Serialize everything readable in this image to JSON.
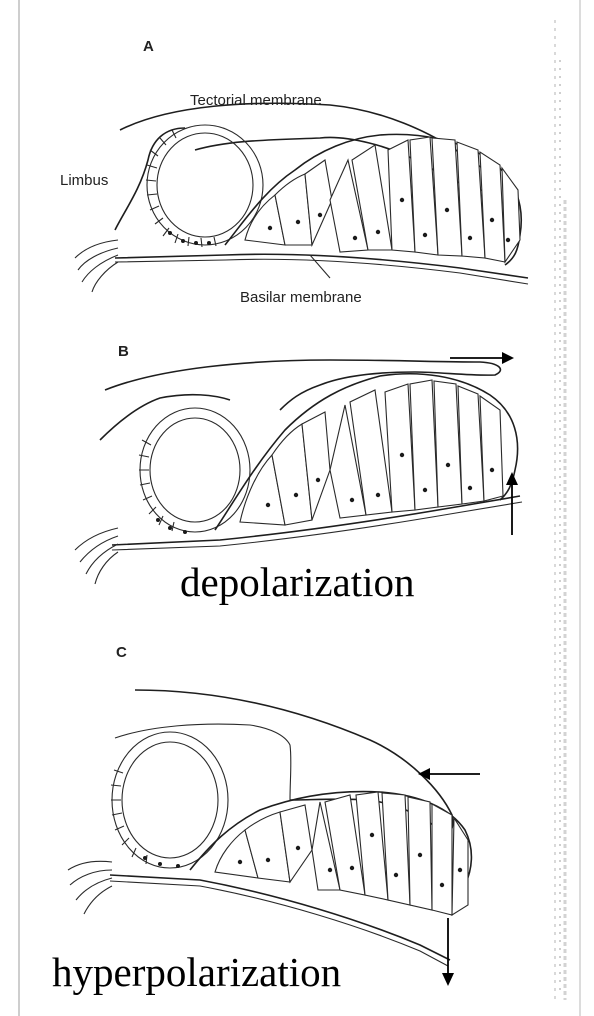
{
  "panels": [
    {
      "id": "A",
      "letter": "A",
      "labels": {
        "tectorial": "Tectorial membrane",
        "limbus": "Limbus",
        "basilar": "Basilar membrane"
      }
    },
    {
      "id": "B",
      "letter": "B",
      "caption": "depolarization"
    },
    {
      "id": "C",
      "letter": "C",
      "caption": "hyperpolarization"
    }
  ]
}
